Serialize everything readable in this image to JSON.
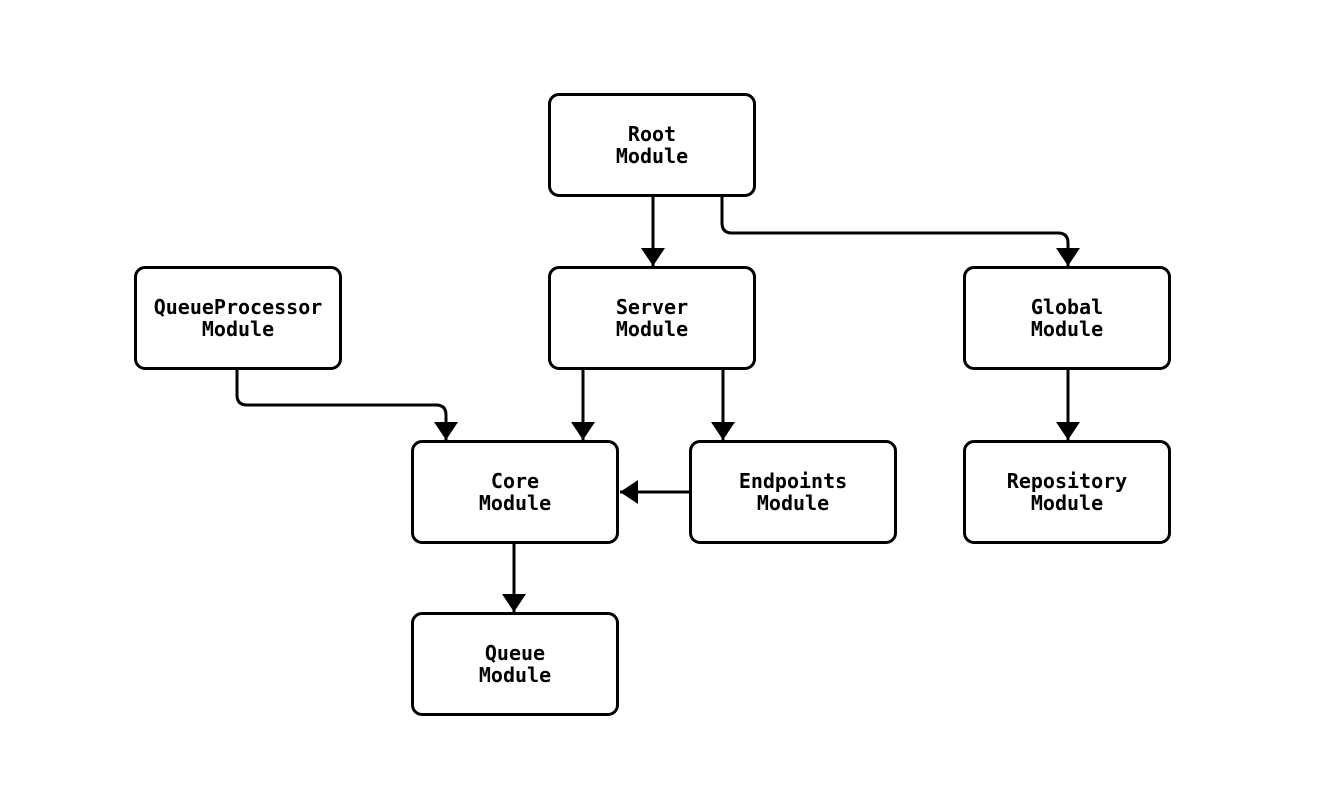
{
  "diagram": {
    "type": "flowchart",
    "background_color": "#ffffff",
    "node_border_color": "#000000",
    "node_fill_color": "#ffffff",
    "edge_color": "#000000",
    "text_color": "#000000",
    "nodes": [
      {
        "id": "root",
        "line1": "Root",
        "line2": "Module"
      },
      {
        "id": "queueprocessor",
        "line1": "QueueProcessor",
        "line2": "Module"
      },
      {
        "id": "server",
        "line1": "Server",
        "line2": "Module"
      },
      {
        "id": "global",
        "line1": "Global",
        "line2": "Module"
      },
      {
        "id": "core",
        "line1": "Core",
        "line2": "Module"
      },
      {
        "id": "endpoints",
        "line1": "Endpoints",
        "line2": "Module"
      },
      {
        "id": "repository",
        "line1": "Repository",
        "line2": "Module"
      },
      {
        "id": "queue",
        "line1": "Queue",
        "line2": "Module"
      }
    ],
    "edges": [
      {
        "from": "Root Module",
        "to": "Server Module"
      },
      {
        "from": "Root Module",
        "to": "Global Module"
      },
      {
        "from": "QueueProcessor Module",
        "to": "Core Module"
      },
      {
        "from": "Server Module",
        "to": "Core Module"
      },
      {
        "from": "Server Module",
        "to": "Endpoints Module"
      },
      {
        "from": "Endpoints Module",
        "to": "Core Module"
      },
      {
        "from": "Global Module",
        "to": "Repository Module"
      },
      {
        "from": "Core Module",
        "to": "Queue Module"
      }
    ]
  }
}
